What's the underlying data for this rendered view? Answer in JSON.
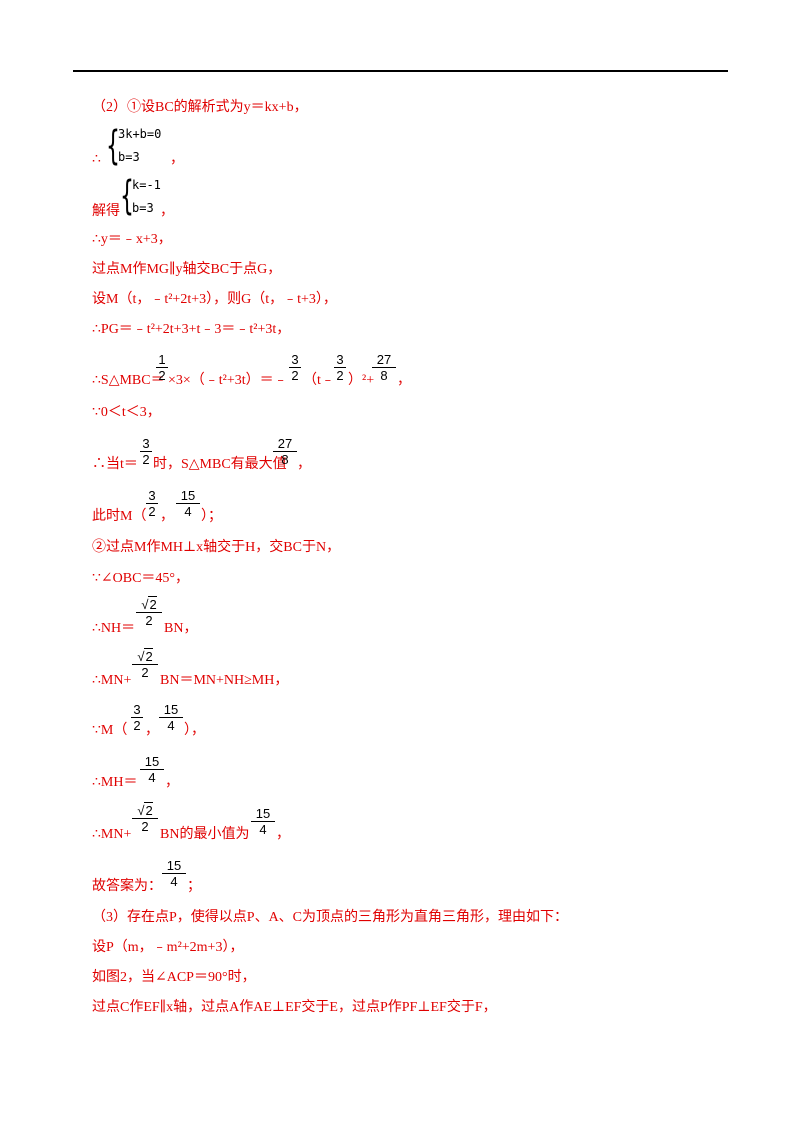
{
  "doc": {
    "l_part2": "（2）①设BC的解析式为y＝kx+b，",
    "sys1": [
      "3k+b=0",
      "b=3"
    ],
    "l_therefore1": "∴",
    "l_comma1": "，",
    "l_solve": "解得",
    "sys2": [
      "k=-1",
      "b=3"
    ],
    "l_comma2": "，",
    "l_y": "∴y＝﹣x+3，",
    "l_mg": "过点M作MG∥y轴交BC于点G，",
    "l_setM": "设M（t，﹣t²+2t+3），则G（t，﹣t+3），",
    "l_pg": "∴PG＝﹣t²+2t+3+t﹣3＝﹣t²+3t，",
    "l_s_a": "∴S△MBC＝",
    "l_s_b": "×3×（﹣t²+3t）＝﹣",
    "l_s_c": "（t﹣",
    "l_s_d": "）²+",
    "l_s_e": "，",
    "l_range": "∵0＜t＜3，",
    "l_when_a": "∴当t＝",
    "l_when_b": "时，S△MBC有最大值",
    "l_when_c": "，",
    "l_m_a": "此时M（",
    "l_m_b": "，",
    "l_m_c": "）；",
    "l_mh": "②过点M作MH⊥x轴交于H，交BC于N，",
    "l_angle": "∵∠OBC＝45°，",
    "l_nh_a": "∴NH＝",
    "l_nh_b": "BN，",
    "l_mn_a": "∴MN+",
    "l_mn_b": "BN＝MN+NH≥MH，",
    "l_m2_a": "∵M（",
    "l_m2_b": "，",
    "l_m2_c": "），",
    "l_mhv_a": "∴MH＝",
    "l_mhv_b": "，",
    "l_min_a": "∴MN+",
    "l_min_b": "BN的最小值为",
    "l_min_c": "，",
    "l_ans": "故答案为：",
    "l_ans_b": "；",
    "l_part3": "（3）存在点P，使得以点P、A、C为顶点的三角形为直角三角形，理由如下：",
    "l_setP": "设P（m，﹣m²+2m+3），",
    "l_fig2": "如图2，当∠ACP＝90°时，",
    "l_ef": "过点C作EF∥x轴，过点A作AE⊥EF交于E，过点P作PF⊥EF交于F，"
  },
  "fractions": {
    "one_half": [
      "1",
      "2"
    ],
    "three_half": [
      "3",
      "2"
    ],
    "twentyseven_eighth": [
      "27",
      "8"
    ],
    "fifteen_quarter": [
      "15",
      "4"
    ],
    "sqrt2_half": [
      "2",
      "2"
    ]
  }
}
